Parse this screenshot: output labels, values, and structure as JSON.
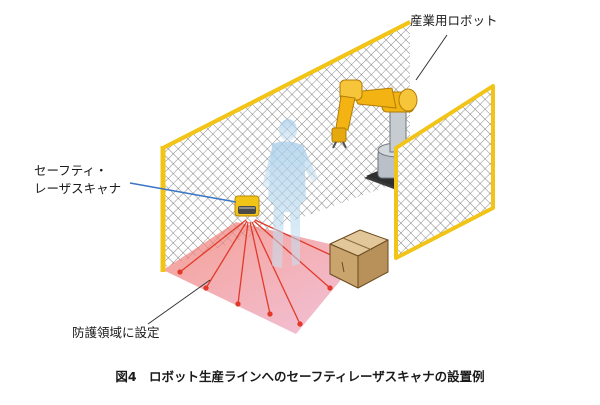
{
  "labels": {
    "robot": "産業用ロボット",
    "scanner_line1": "セーフティ・",
    "scanner_line2": "レーザスキャナ",
    "zone": "防護領域に設定"
  },
  "caption": "図4　ロボット生産ラインへのセーフティレーザスキャナの設置例",
  "colors": {
    "fence_frame": "#f2c418",
    "fence_frame_edge": "#b8860b",
    "mesh": "#555555",
    "robot_arm": "#f3b313",
    "robot_base": "#b8bfc6",
    "human": "#a9cfe8",
    "zone": "#f07a7a",
    "beam": "#e23a2a",
    "box": "#d4b486",
    "leader_blue": "#3a76c4"
  }
}
